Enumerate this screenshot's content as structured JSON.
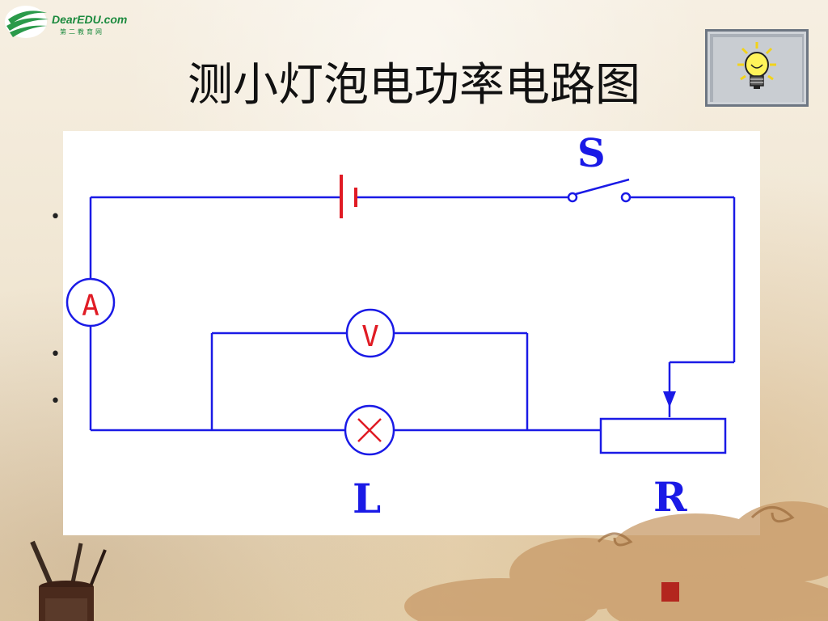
{
  "logo": {
    "brand": "DearEDU.com",
    "subtitle": "第二教育网"
  },
  "title": "测小灯泡电功率电路图",
  "icons": {
    "header": "lightbulb-icon"
  },
  "bullets": [
    "•",
    "•",
    "•"
  ],
  "circuit": {
    "switch_label": "S",
    "ammeter_label": "A",
    "voltmeter_label": "V",
    "lamp_label": "L",
    "rheostat_label": "R"
  },
  "colors": {
    "wire": "#1a1ae6",
    "battery": "#e01b24",
    "meter_text": "#e01b24",
    "label": "#1a1ae6"
  }
}
